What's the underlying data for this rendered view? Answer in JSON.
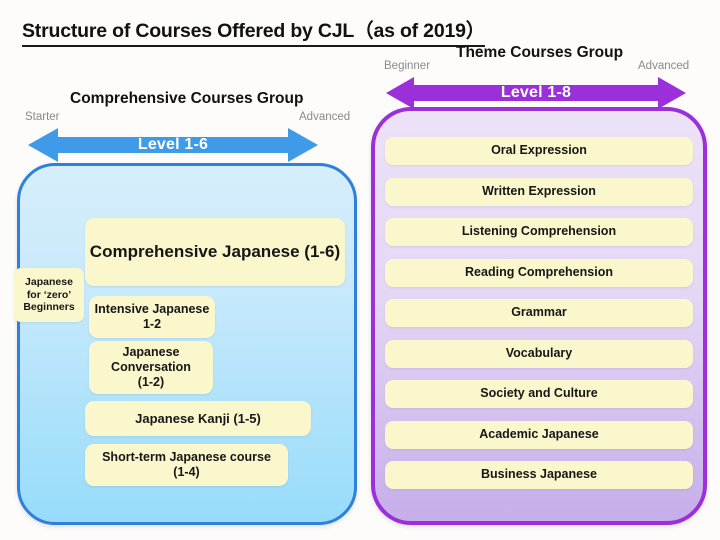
{
  "title": "Structure of Courses Offered by CJL（as of 2019）",
  "colors": {
    "background": "#fdfcfb",
    "blue_panel_border": "#2e80d8",
    "blue_arrow": "#3f9ae8",
    "purple_panel_border": "#9b2fd9",
    "purple_arrow": "#9b2fd9",
    "course_box_fill": "#fbf7cd",
    "endpoint_label": "#8a8a8a",
    "title_text": "#111111"
  },
  "comprehensive_group": {
    "heading": "Comprehensive Courses Group",
    "start_label": "Starter",
    "end_label": "Advanced",
    "level_label": "Level 1-6",
    "courses": [
      {
        "name": "Japanese for ‘zero’ Beginners",
        "lines": [
          "Japanese",
          "for ‘zero’",
          "Beginners"
        ]
      },
      {
        "name": "Comprehensive Japanese (1-6)",
        "lines": [
          "Comprehensive Japanese (1-6)"
        ]
      },
      {
        "name": "Intensive Japanese 1-2",
        "lines": [
          "Intensive Japanese",
          "1-2"
        ]
      },
      {
        "name": "Japanese Conversation (1-2)",
        "lines": [
          "Japanese",
          "Conversation",
          "(1-2)"
        ]
      },
      {
        "name": "Japanese Kanji (1-5)",
        "lines": [
          "Japanese Kanji (1-5)"
        ]
      },
      {
        "name": "Short-term Japanese course (1-4)",
        "lines": [
          "Short-term Japanese course",
          "(1-4)"
        ]
      }
    ]
  },
  "theme_group": {
    "heading": "Theme Courses Group",
    "start_label": "Beginner",
    "end_label": "Advanced",
    "level_label": "Level 1-8",
    "courses": [
      "Oral Expression",
      "Written Expression",
      "Listening Comprehension",
      "Reading Comprehension",
      "Grammar",
      "Vocabulary",
      "Society and Culture",
      "Academic Japanese",
      "Business Japanese"
    ]
  }
}
